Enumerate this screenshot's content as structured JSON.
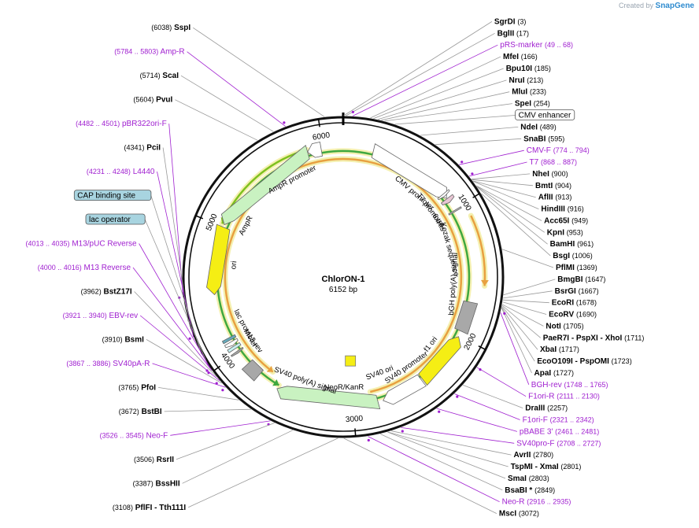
{
  "credit": {
    "prefix": "Created by",
    "brand": "SnapGene"
  },
  "plasmid": {
    "name": "ChlorON-1",
    "length": 6152,
    "length_label": "6152 bp"
  },
  "ticks": [
    {
      "pos": 1000,
      "label": "1000"
    },
    {
      "pos": 2000,
      "label": "2000"
    },
    {
      "pos": 3000,
      "label": "3000"
    },
    {
      "pos": 4000,
      "label": "4000"
    },
    {
      "pos": 5000,
      "label": "5000"
    },
    {
      "pos": 6000,
      "label": "6000"
    }
  ],
  "features": [
    {
      "id": "cmv-promoter",
      "name": "CMV promoter",
      "start": 230,
      "end": 900,
      "dir": 1,
      "color": "#ffffff",
      "label_side": "inner",
      "label_pos": 690
    },
    {
      "id": "t7-promoter",
      "name": "T7 promoter",
      "start": 860,
      "end": 880,
      "dir": 1,
      "color": "#ffffff",
      "label_side": "inner",
      "label_pos": 900
    },
    {
      "id": "6xhis",
      "name": "6xHis",
      "start": 905,
      "end": 940,
      "dir": 1,
      "color": "#e8c6d4",
      "label_side": "inner",
      "label_pos": 1030
    },
    {
      "id": "kozak",
      "name": "Kozak sequence",
      "start": 1010,
      "end": 1020,
      "dir": 0,
      "color": "#c0c0c0",
      "label_side": "inner",
      "label_pos": 1290
    },
    {
      "id": "bgh-polya",
      "name": "bGH poly(A) signal",
      "start": 1730,
      "end": 1960,
      "dir": 0,
      "color": "#a8a8a8",
      "label_side": "inner",
      "label_pos": 1600
    },
    {
      "id": "f1-ori",
      "name": "f1 ori",
      "start": 2005,
      "end": 2430,
      "dir": -1,
      "color": "#f5ee14",
      "label_side": "inner",
      "label_pos": 2180
    },
    {
      "id": "sv40-promoter",
      "name": "SV40 promoter",
      "start": 2440,
      "end": 2770,
      "dir": 1,
      "color": "#ffffff",
      "label_side": "inner",
      "label_pos": 2480
    },
    {
      "id": "neor-kanr",
      "name": "NeoR/KanR",
      "start": 2810,
      "end": 3600,
      "dir": 1,
      "color": "#c9f2c1",
      "label_side": "inner",
      "label_pos": 3070
    },
    {
      "id": "sv40-polya",
      "name": "SV40 poly(A) signal",
      "start": 3770,
      "end": 3890,
      "dir": 0,
      "color": "#a8a8a8",
      "label_side": "inner",
      "label_pos": 3420
    },
    {
      "id": "m13-rev",
      "name": "M13 rev",
      "start": 4000,
      "end": 4016,
      "dir": -1,
      "color": "#a8a8a8",
      "label_side": "inner",
      "label_pos": 4010
    },
    {
      "id": "lac-operator",
      "name": "lac operator",
      "start": 4040,
      "end": 4062,
      "dir": 0,
      "color": "#c6f0f0",
      "label_side": "none",
      "label_pos": 4050
    },
    {
      "id": "lac-promoter",
      "name": "lac promoter",
      "start": 4070,
      "end": 4100,
      "dir": -1,
      "color": "#ffffff",
      "label_side": "inner",
      "label_pos": 4140
    },
    {
      "id": "cap-site",
      "name": "CAP binding site",
      "start": 4115,
      "end": 4135,
      "dir": 0,
      "color": "#66aabb",
      "label_side": "none",
      "label_pos": 4125
    },
    {
      "id": "ori",
      "name": "ori",
      "start": 4480,
      "end": 5000,
      "dir": -1,
      "color": "#f5ee14",
      "label_side": "inner",
      "label_pos": 4720
    },
    {
      "id": "ampr",
      "name": "AmpR",
      "start": 5020,
      "end": 5880,
      "dir": -1,
      "color": "#c9f2c1",
      "label_side": "inner",
      "label_pos": 5090
    },
    {
      "id": "ampr-promoter",
      "name": "AmpR promoter",
      "start": 5880,
      "end": 5985,
      "dir": -1,
      "color": "#ffffff",
      "label_side": "inner",
      "label_pos": 5680
    }
  ],
  "inner_labels": [
    {
      "feature": "cmv-promoter",
      "text": "CMV promoter"
    },
    {
      "feature": "t7-promoter",
      "text": "T7 promoter"
    },
    {
      "feature": "6xhis",
      "text": "6xHis"
    },
    {
      "feature": "kozak",
      "text": "Kozak sequence"
    },
    {
      "feature": "bgh-polya",
      "text": "bGH poly(A) signal"
    },
    {
      "feature": "f1-ori",
      "text": "f1 ori"
    },
    {
      "feature": "sv40-promoter",
      "text": "SV40 promoter"
    },
    {
      "feature": "neor-kanr",
      "text": "NeoR/KanR"
    },
    {
      "feature": "sv40-polya",
      "text": "SV40 poly(A) signal"
    },
    {
      "feature": "m13-rev",
      "text": "M13 rev"
    },
    {
      "feature": "lac-promoter",
      "text": "lac promoter"
    },
    {
      "feature": "ori",
      "text": "ori"
    },
    {
      "feature": "ampr",
      "text": "AmpR"
    },
    {
      "feature": "ampr-promoter",
      "text": "AmpR promoter"
    },
    {
      "feature": "sv40-ori",
      "text": "SV40 ori"
    }
  ],
  "orfs": [
    {
      "start": 5880,
      "end": 5020,
      "dir": -1,
      "color": "#7ec11f"
    },
    {
      "start": 1100,
      "end": 1600,
      "dir": 1,
      "color": "#e8a040"
    },
    {
      "start": 2900,
      "end": 3600,
      "dir": -1,
      "color": "#3fa83f"
    },
    {
      "start": 2850,
      "end": 3700,
      "dir": -1,
      "color": "#e8a040"
    }
  ],
  "sites": [
    {
      "name": "SgrDI",
      "pos": 3,
      "pos_label": "(3)",
      "type": "enzyme"
    },
    {
      "name": "BglII",
      "pos": 17,
      "pos_label": "(17)",
      "type": "enzyme"
    },
    {
      "name": "pRS-marker",
      "pos": 58,
      "pos_label": "(49 .. 68)",
      "type": "primer"
    },
    {
      "name": "MfeI",
      "pos": 166,
      "pos_label": "(166)",
      "type": "enzyme"
    },
    {
      "name": "Bpu10I",
      "pos": 185,
      "pos_label": "(185)",
      "type": "enzyme"
    },
    {
      "name": "NruI",
      "pos": 213,
      "pos_label": "(213)",
      "type": "enzyme"
    },
    {
      "name": "MluI",
      "pos": 233,
      "pos_label": "(233)",
      "type": "enzyme"
    },
    {
      "name": "SpeI",
      "pos": 254,
      "pos_label": "(254)",
      "type": "enzyme"
    },
    {
      "name": "CMV enhancer",
      "pos": 320,
      "pos_label": "",
      "type": "boxed"
    },
    {
      "name": "NdeI",
      "pos": 489,
      "pos_label": "(489)",
      "type": "enzyme"
    },
    {
      "name": "SnaBI",
      "pos": 595,
      "pos_label": "(595)",
      "type": "enzyme"
    },
    {
      "name": "CMV-F",
      "pos": 784,
      "pos_label": "(774 .. 794)",
      "type": "primer"
    },
    {
      "name": "T7",
      "pos": 877,
      "pos_label": "(868 .. 887)",
      "type": "primer"
    },
    {
      "name": "NheI",
      "pos": 900,
      "pos_label": "(900)",
      "type": "enzyme"
    },
    {
      "name": "BmtI",
      "pos": 904,
      "pos_label": "(904)",
      "type": "enzyme"
    },
    {
      "name": "AflII",
      "pos": 913,
      "pos_label": "(913)",
      "type": "enzyme"
    },
    {
      "name": "HindIII",
      "pos": 916,
      "pos_label": "(916)",
      "type": "enzyme"
    },
    {
      "name": "Acc65I",
      "pos": 949,
      "pos_label": "(949)",
      "type": "enzyme"
    },
    {
      "name": "KpnI",
      "pos": 953,
      "pos_label": "(953)",
      "type": "enzyme"
    },
    {
      "name": "BamHI",
      "pos": 961,
      "pos_label": "(961)",
      "type": "enzyme"
    },
    {
      "name": "BsgI",
      "pos": 1006,
      "pos_label": "(1006)",
      "type": "enzyme"
    },
    {
      "name": "PflMI",
      "pos": 1369,
      "pos_label": "(1369)",
      "type": "enzyme"
    },
    {
      "name": "BmgBI",
      "pos": 1647,
      "pos_label": "(1647)",
      "type": "enzyme"
    },
    {
      "name": "BsrGI",
      "pos": 1667,
      "pos_label": "(1667)",
      "type": "enzyme"
    },
    {
      "name": "EcoRI",
      "pos": 1678,
      "pos_label": "(1678)",
      "type": "enzyme"
    },
    {
      "name": "EcoRV",
      "pos": 1690,
      "pos_label": "(1690)",
      "type": "enzyme"
    },
    {
      "name": "NotI",
      "pos": 1705,
      "pos_label": "(1705)",
      "type": "enzyme"
    },
    {
      "name": "PaeR7I - PspXI - XhoI",
      "pos": 1711,
      "pos_label": "(1711)",
      "type": "enzyme"
    },
    {
      "name": "XbaI",
      "pos": 1717,
      "pos_label": "(1717)",
      "type": "enzyme"
    },
    {
      "name": "EcoO109I - PspOMI",
      "pos": 1723,
      "pos_label": "(1723)",
      "type": "enzyme"
    },
    {
      "name": "ApaI",
      "pos": 1727,
      "pos_label": "(1727)",
      "type": "enzyme"
    },
    {
      "name": "BGH-rev",
      "pos": 1756,
      "pos_label": "(1748 .. 1765)",
      "type": "primer"
    },
    {
      "name": "F1ori-R",
      "pos": 2120,
      "pos_label": "(2111 .. 2130)",
      "type": "primer"
    },
    {
      "name": "DraIII",
      "pos": 2257,
      "pos_label": "(2257)",
      "type": "enzyme"
    },
    {
      "name": "F1ori-F",
      "pos": 2331,
      "pos_label": "(2321 .. 2342)",
      "type": "primer"
    },
    {
      "name": "pBABE 3'",
      "pos": 2471,
      "pos_label": "(2461 .. 2481)",
      "type": "primer"
    },
    {
      "name": "SV40pro-F",
      "pos": 2717,
      "pos_label": "(2708 .. 2727)",
      "type": "primer"
    },
    {
      "name": "AvrII",
      "pos": 2780,
      "pos_label": "(2780)",
      "type": "enzyme"
    },
    {
      "name": "TspMI - XmaI",
      "pos": 2801,
      "pos_label": "(2801)",
      "type": "enzyme"
    },
    {
      "name": "SmaI",
      "pos": 2803,
      "pos_label": "(2803)",
      "type": "enzyme"
    },
    {
      "name": "BsaBI *",
      "pos": 2849,
      "pos_label": "(2849)",
      "type": "enzyme"
    },
    {
      "name": "Neo-R",
      "pos": 2925,
      "pos_label": "(2916 .. 2935)",
      "type": "primer"
    },
    {
      "name": "MscI",
      "pos": 3072,
      "pos_label": "(3072)",
      "type": "enzyme"
    },
    {
      "name": "PflFI - Tth111I",
      "pos": 3108,
      "pos_label": "(3108)",
      "type": "enzyme"
    },
    {
      "name": "BssHII",
      "pos": 3387,
      "pos_label": "(3387)",
      "type": "enzyme"
    },
    {
      "name": "RsrII",
      "pos": 3506,
      "pos_label": "(3506)",
      "type": "enzyme"
    },
    {
      "name": "Neo-F",
      "pos": 3535,
      "pos_label": "(3526 .. 3545)",
      "type": "primer"
    },
    {
      "name": "BstBI",
      "pos": 3672,
      "pos_label": "(3672)",
      "type": "enzyme"
    },
    {
      "name": "PfoI",
      "pos": 3765,
      "pos_label": "(3765)",
      "type": "enzyme"
    },
    {
      "name": "SV40pA-R",
      "pos": 3876,
      "pos_label": "(3867 .. 3886)",
      "type": "primer"
    },
    {
      "name": "BsmI",
      "pos": 3910,
      "pos_label": "(3910)",
      "type": "enzyme"
    },
    {
      "name": "EBV-rev",
      "pos": 3930,
      "pos_label": "(3921 .. 3940)",
      "type": "primer"
    },
    {
      "name": "BstZ17I",
      "pos": 3962,
      "pos_label": "(3962)",
      "type": "enzyme"
    },
    {
      "name": "M13 Reverse",
      "pos": 4008,
      "pos_label": "(4000 .. 4016)",
      "type": "primer"
    },
    {
      "name": "lac operator",
      "pos": 4050,
      "pos_label": "",
      "type": "boxed_blue"
    },
    {
      "name": "M13/pUC Reverse",
      "pos": 4024,
      "pos_label": "(4013 .. 4035)",
      "type": "primer"
    },
    {
      "name": "CAP binding site",
      "pos": 4125,
      "pos_label": "",
      "type": "boxed_blue"
    },
    {
      "name": "L4440",
      "pos": 4240,
      "pos_label": "(4231 .. 4248)",
      "type": "primer"
    },
    {
      "name": "PciI",
      "pos": 4341,
      "pos_label": "(4341)",
      "type": "enzyme"
    },
    {
      "name": "pBR322ori-F",
      "pos": 4491,
      "pos_label": "(4482 .. 4501)",
      "type": "primer"
    },
    {
      "name": "PvuI",
      "pos": 5604,
      "pos_label": "(5604)",
      "type": "enzyme"
    },
    {
      "name": "ScaI",
      "pos": 5714,
      "pos_label": "(5714)",
      "type": "enzyme"
    },
    {
      "name": "Amp-R",
      "pos": 5794,
      "pos_label": "(5784 .. 5803)",
      "type": "primer"
    },
    {
      "name": "SspI",
      "pos": 6038,
      "pos_label": "(6038)",
      "type": "enzyme"
    }
  ],
  "colors": {
    "backbone": "#111111",
    "enzyme": "#000000",
    "primer": "#a020d0",
    "leader": "#999999",
    "boxed_blue": "#a8d4e0"
  }
}
